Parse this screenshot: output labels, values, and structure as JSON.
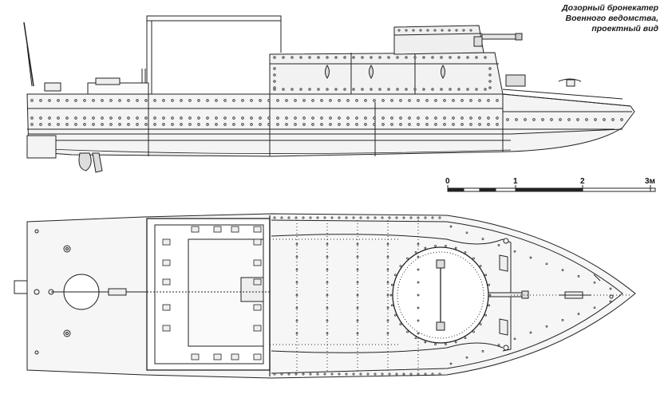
{
  "caption": {
    "line1": "Дозорный бронекатер",
    "line2": "Военного ведомства,",
    "line3": "проектный вид"
  },
  "scale_bar": {
    "labels": [
      "0",
      "1",
      "2",
      "3м"
    ]
  },
  "colors": {
    "ink": "#222222",
    "hull_fill": "#f4f4f4",
    "paper": "#ffffff"
  }
}
